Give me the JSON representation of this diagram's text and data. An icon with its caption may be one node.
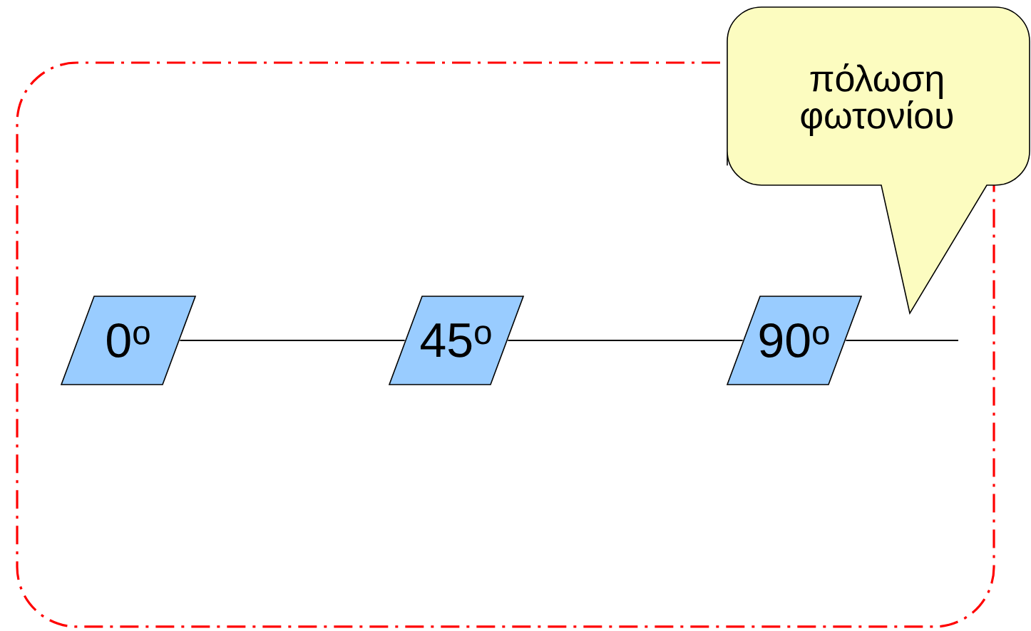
{
  "diagram": {
    "nodes": [
      {
        "text": [],
        "shape": "box"
      },
      {
        "text": [
          "0$^{o}$"
        ],
        "in": 0
      },
      {
        "text": [
          "45$^{o}$"
        ],
        "in": 0
      },
      {
        "text": [
          "90$^{o}$"
        ],
        "in": 0
      },
      {
        "text": [
          "πόλωση φωτονίου"
        ]
      }
    ],
    "edges": [
      {
        "from": 1,
        "to": 2,
        "arrow": "none"
      },
      {
        "from": 2,
        "to": 3,
        "arrow": "none"
      },
      {
        "from": 3,
        "to": null,
        "arrow": "none"
      }
    ]
  }
}
